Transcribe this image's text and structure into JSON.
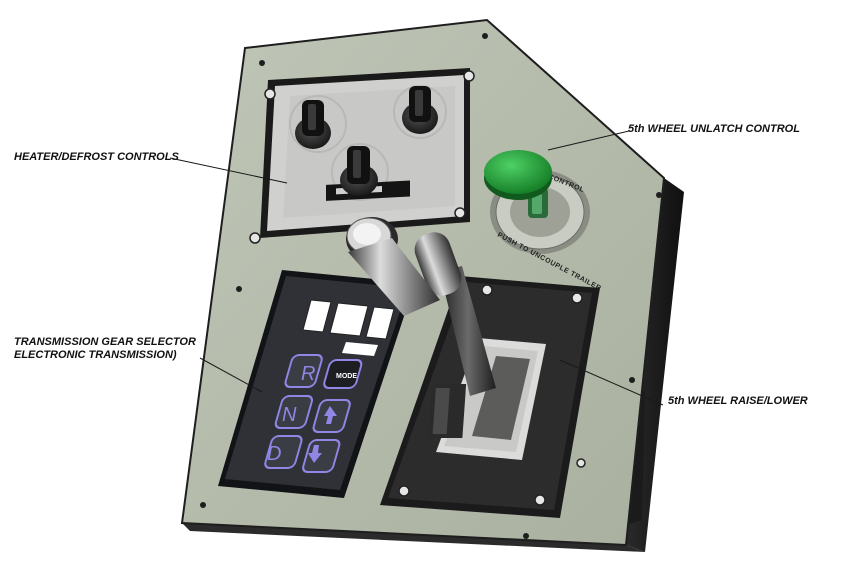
{
  "callouts": {
    "heater": "HEATER/DEFROST CONTROLS",
    "unlatch": "5th WHEEL UNLATCH CONTROL",
    "transmission_line1": "TRANSMISSION GEAR SELECTOR",
    "transmission_line2": "ELECTRONIC TRANSMISSION)",
    "raise_lower": "5th WHEEL RAISE/LOWER"
  },
  "gear_buttons": {
    "reverse": "R",
    "neutral": "N",
    "drive": "D",
    "mode": "MODE"
  },
  "ring_labels": {
    "top": "CONTROL",
    "bottom": "PUSH TO UNCOUPLE TRAILER"
  },
  "colors": {
    "panel": "#b5bcac",
    "panel_edge": "#1e1e1e",
    "heater_plate": "#cfd0ce",
    "keypad": "#2e3035",
    "button_glow": "#8f86e6",
    "unlatch_green": "#1f9d34",
    "slot_plate": "#2b2b2c"
  },
  "icons": {
    "up": "arrow-up-icon",
    "down": "arrow-down-icon",
    "screw": "screw-icon",
    "knob": "rotary-knob-icon"
  }
}
